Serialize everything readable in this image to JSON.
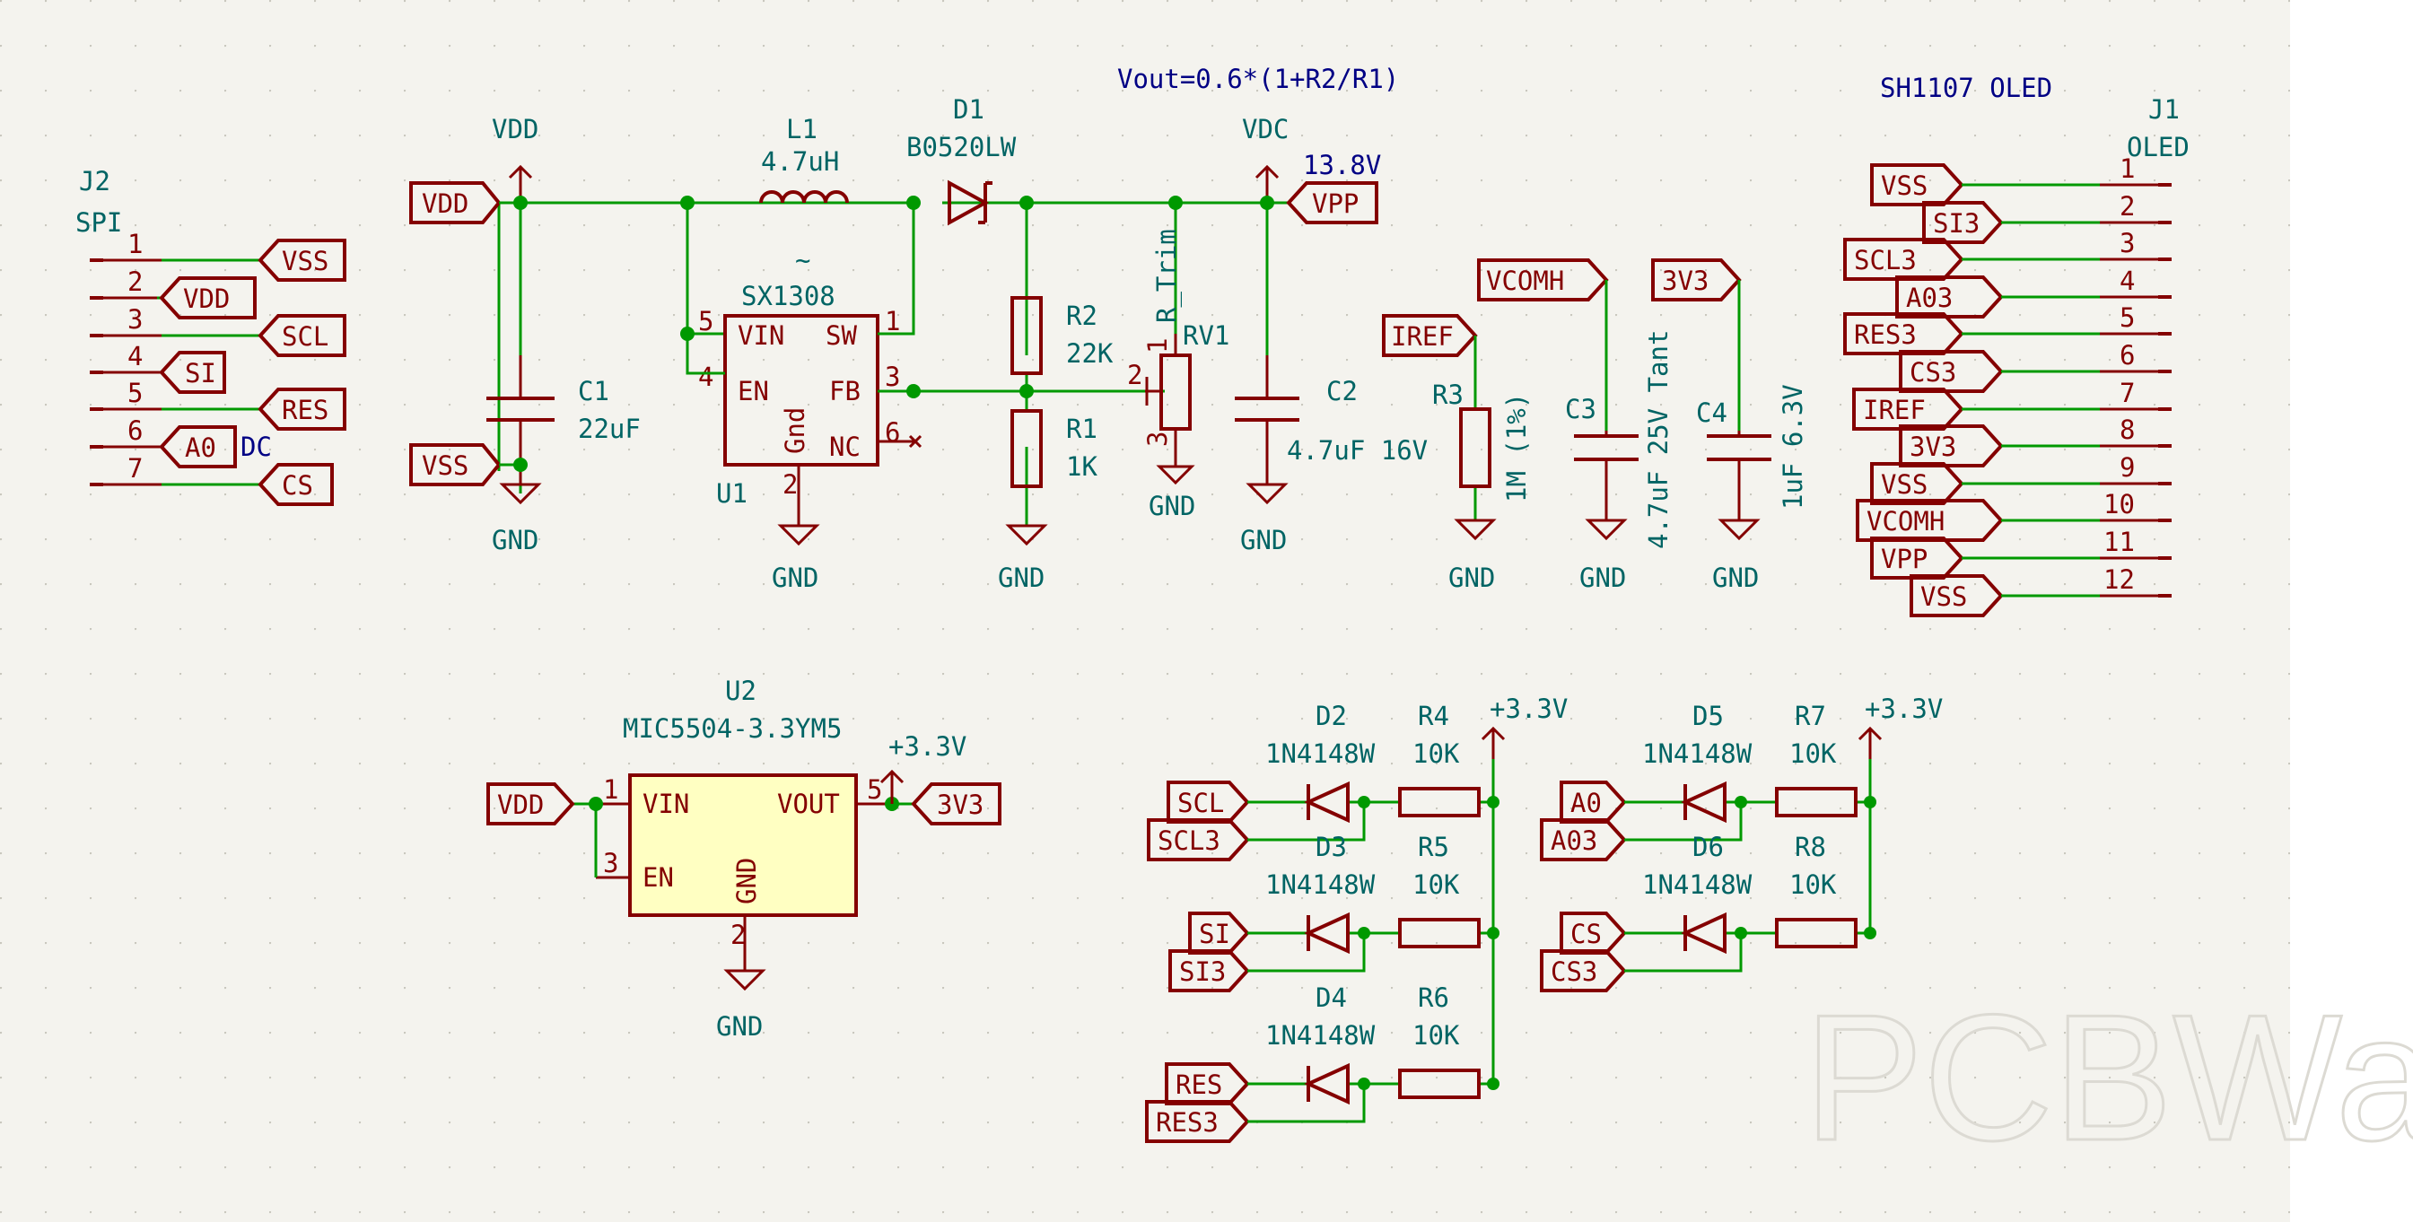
{
  "sheet": {
    "background": "#f4f3ee",
    "wire_color": "#009900",
    "symbol_color": "#840000",
    "ref_color": "#006464",
    "note_color": "#000084"
  },
  "notes": {
    "vout_formula": "Vout=0.6*(1+R2/R1)",
    "oled_title": "SH1107 OLED",
    "vpp_voltage": "13.8V"
  },
  "power": {
    "vdd": "VDD",
    "vdc": "VDC",
    "gnd": "GND",
    "p33": "+3.3V"
  },
  "j2": {
    "ref": "J2",
    "value": "SPI",
    "pins": [
      "1",
      "2",
      "3",
      "4",
      "5",
      "6",
      "7"
    ],
    "labels": [
      "VSS",
      "VDD",
      "SCL",
      "SI",
      "RES",
      "A0",
      "CS"
    ],
    "dc_note": "DC"
  },
  "j1": {
    "ref": "J1",
    "value": "OLED",
    "pins": [
      "1",
      "2",
      "3",
      "4",
      "5",
      "6",
      "7",
      "8",
      "9",
      "10",
      "11",
      "12"
    ],
    "labels": [
      "VSS",
      "SI3",
      "SCL3",
      "A03",
      "RES3",
      "CS3",
      "IREF",
      "3V3",
      "VSS",
      "VCOMH",
      "VPP",
      "VSS"
    ]
  },
  "u1": {
    "ref": "U1",
    "value": "SX1308",
    "tilde": "~",
    "pin_vin": "VIN",
    "pin_en": "EN",
    "pin_gnd": "Gnd",
    "pin_sw": "SW",
    "pin_fb": "FB",
    "pin_nc": "NC",
    "n5": "5",
    "n4": "4",
    "n2": "2",
    "n1": "1",
    "n3": "3",
    "n6": "6"
  },
  "u2": {
    "ref": "U2",
    "value": "MIC5504-3.3YM5",
    "pin_vin": "VIN",
    "pin_en": "EN",
    "pin_gnd": "GND",
    "pin_vout": "VOUT",
    "n1": "1",
    "n3": "3",
    "n2": "2",
    "n5": "5"
  },
  "l1": {
    "ref": "L1",
    "value": "4.7uH"
  },
  "d1": {
    "ref": "D1",
    "value": "B0520LW"
  },
  "c1": {
    "ref": "C1",
    "value": "22uF"
  },
  "c2": {
    "ref": "C2",
    "value": "4.7uF 16V"
  },
  "c3": {
    "ref": "C3",
    "value": "4.7uF 25V Tant"
  },
  "c4": {
    "ref": "C4",
    "value": "1uF 6.3V"
  },
  "r1": {
    "ref": "R1",
    "value": "1K"
  },
  "r2": {
    "ref": "R2",
    "value": "22K"
  },
  "r3": {
    "ref": "R3",
    "value": "1M (1%)"
  },
  "rv1": {
    "ref": "RV1",
    "value": "R_Trim",
    "n1": "1",
    "n2": "2",
    "n3": "3"
  },
  "global": {
    "vdd": "VDD",
    "vss": "VSS",
    "vpp": "VPP",
    "iref": "IREF",
    "vcomh": "VCOMH",
    "v33": "3V3"
  },
  "shifters": {
    "diode_value": "1N4148W",
    "res_value": "10K",
    "items": [
      {
        "d": "D2",
        "r": "R4",
        "in": "SCL",
        "out": "SCL3"
      },
      {
        "d": "D3",
        "r": "R5",
        "in": "SI",
        "out": "SI3"
      },
      {
        "d": "D4",
        "r": "R6",
        "in": "RES",
        "out": "RES3"
      },
      {
        "d": "D5",
        "r": "R7",
        "in": "A0",
        "out": "A03"
      },
      {
        "d": "D6",
        "r": "R8",
        "in": "CS",
        "out": "CS3"
      }
    ]
  },
  "watermark": "PCBWay"
}
